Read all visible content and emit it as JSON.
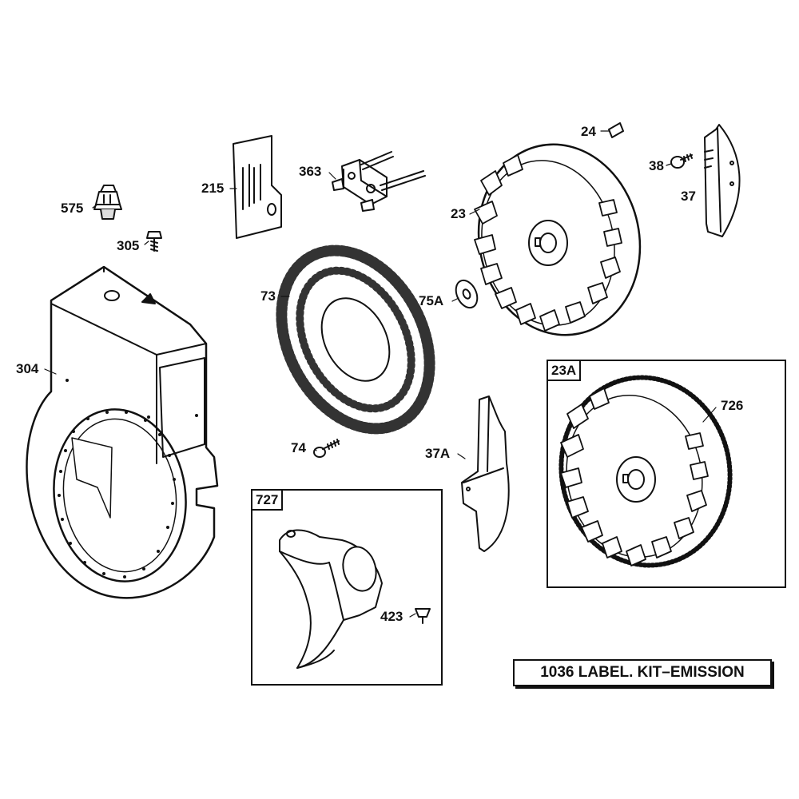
{
  "labels": {
    "p575": "575",
    "p305": "305",
    "p215": "215",
    "p363": "363",
    "p24": "24",
    "p38": "38",
    "p37": "37",
    "p23": "23",
    "p73": "73",
    "p75A": "75A",
    "p304": "304",
    "p23A": "23A",
    "p726": "726",
    "p74": "74",
    "p37A": "37A",
    "p727": "727",
    "p423": "423"
  },
  "caption": "1036 LABEL. KIT–EMISSION"
}
